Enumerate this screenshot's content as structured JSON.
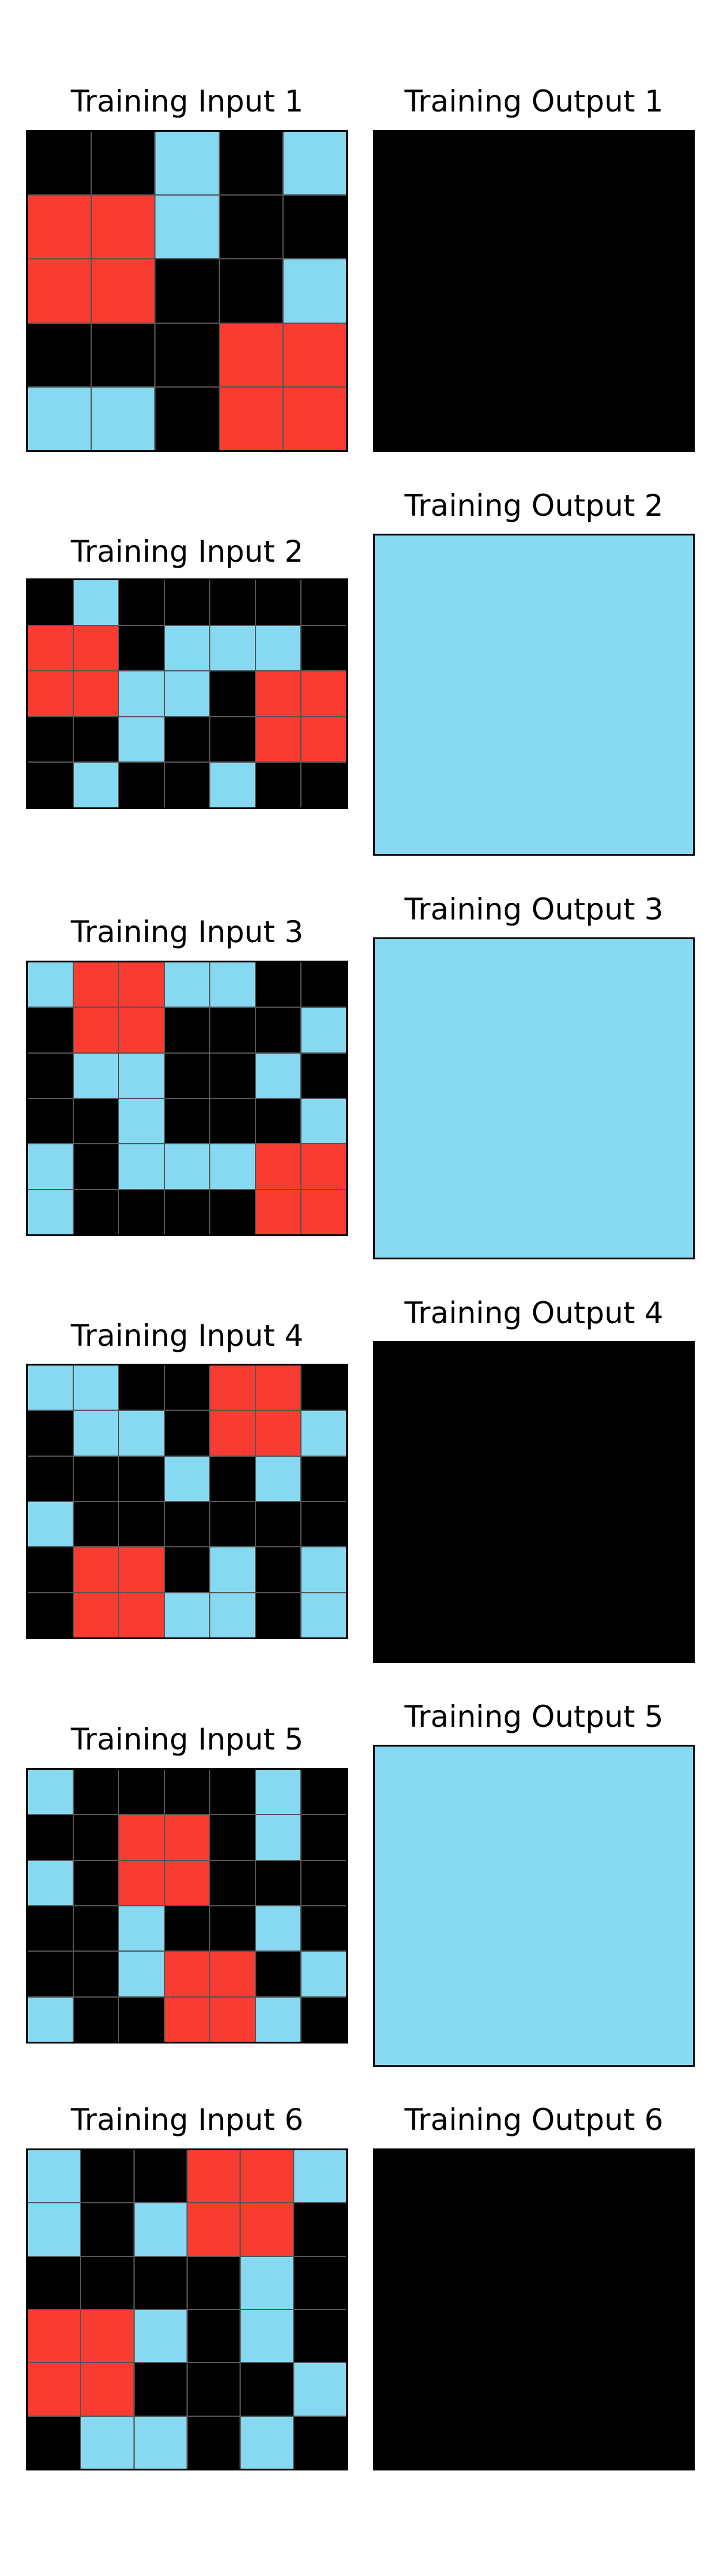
{
  "palette": {
    "0": "#000000",
    "2": "#F93C31",
    "8": "#87D8F1"
  },
  "pairs": [
    {
      "input_title": "Training Input 1",
      "output_title": "Training Output 1",
      "input": [
        [
          0,
          0,
          8,
          0,
          8
        ],
        [
          2,
          2,
          8,
          0,
          0
        ],
        [
          2,
          2,
          0,
          0,
          8
        ],
        [
          0,
          0,
          0,
          2,
          2
        ],
        [
          8,
          8,
          0,
          2,
          2
        ]
      ],
      "output": [
        [
          0
        ]
      ]
    },
    {
      "input_title": "Training Input 2",
      "output_title": "Training Output 2",
      "input": [
        [
          0,
          8,
          0,
          0,
          0,
          0,
          0
        ],
        [
          2,
          2,
          0,
          8,
          8,
          8,
          0
        ],
        [
          2,
          2,
          8,
          8,
          0,
          2,
          2
        ],
        [
          0,
          0,
          8,
          0,
          0,
          2,
          2
        ],
        [
          0,
          8,
          0,
          0,
          8,
          0,
          0
        ]
      ],
      "output": [
        [
          8
        ]
      ]
    },
    {
      "input_title": "Training Input 3",
      "output_title": "Training Output 3",
      "input": [
        [
          8,
          2,
          2,
          8,
          8,
          0,
          0
        ],
        [
          0,
          2,
          2,
          0,
          0,
          0,
          8
        ],
        [
          0,
          8,
          8,
          0,
          0,
          8,
          0
        ],
        [
          0,
          0,
          8,
          0,
          0,
          0,
          8
        ],
        [
          8,
          0,
          8,
          8,
          8,
          2,
          2
        ],
        [
          8,
          0,
          0,
          0,
          0,
          2,
          2
        ]
      ],
      "output": [
        [
          8
        ]
      ]
    },
    {
      "input_title": "Training Input 4",
      "output_title": "Training Output 4",
      "input": [
        [
          8,
          8,
          0,
          0,
          2,
          2,
          0
        ],
        [
          0,
          8,
          8,
          0,
          2,
          2,
          8
        ],
        [
          0,
          0,
          0,
          8,
          0,
          8,
          0
        ],
        [
          8,
          0,
          0,
          0,
          0,
          0,
          0
        ],
        [
          0,
          2,
          2,
          0,
          8,
          0,
          8
        ],
        [
          0,
          2,
          2,
          8,
          8,
          0,
          8
        ]
      ],
      "output": [
        [
          0
        ]
      ]
    },
    {
      "input_title": "Training Input 5",
      "output_title": "Training Output 5",
      "input": [
        [
          8,
          0,
          0,
          0,
          0,
          8,
          0
        ],
        [
          0,
          0,
          2,
          2,
          0,
          8,
          0
        ],
        [
          8,
          0,
          2,
          2,
          0,
          0,
          0
        ],
        [
          0,
          0,
          8,
          0,
          0,
          8,
          0
        ],
        [
          0,
          0,
          8,
          2,
          2,
          0,
          8
        ],
        [
          8,
          0,
          0,
          2,
          2,
          8,
          0
        ]
      ],
      "output": [
        [
          8
        ]
      ]
    },
    {
      "input_title": "Training Input 6",
      "output_title": "Training Output 6",
      "input": [
        [
          8,
          0,
          0,
          2,
          2,
          8
        ],
        [
          8,
          0,
          8,
          2,
          2,
          0
        ],
        [
          0,
          0,
          0,
          0,
          8,
          0
        ],
        [
          2,
          2,
          8,
          0,
          8,
          0
        ],
        [
          2,
          2,
          0,
          0,
          0,
          8
        ],
        [
          0,
          8,
          8,
          0,
          8,
          0
        ]
      ],
      "output": [
        [
          0
        ]
      ]
    }
  ]
}
